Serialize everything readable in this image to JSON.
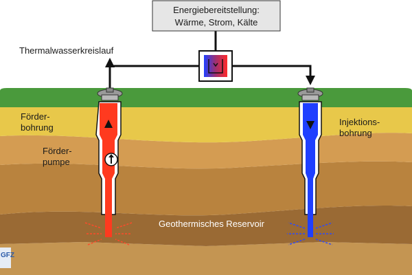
{
  "energy_box": {
    "line1": "Energiebereitstellung:",
    "line2": "Wärme, Strom, Kälte"
  },
  "labels": {
    "loop": "Thermalwasserkreislauf",
    "production_well_1": "Förder-",
    "production_well_2": "bohrung",
    "pump_1": "Förder-",
    "pump_2": "pumpe",
    "injection_well_1": "Injektions-",
    "injection_well_2": "bohrung",
    "reservoir": "Geothermisches Reservoir"
  },
  "logo": {
    "text": "GFZ"
  },
  "colors": {
    "hot": "#ff3a1f",
    "cold": "#1f3fff",
    "grass": "#4a9a3c",
    "layer_yellow": "#e8c84a",
    "layer_tan": "#d49c52",
    "layer_brown": "#b9833e",
    "layer_reservoir": "#9a6a34",
    "layer_deep": "#c49552"
  },
  "icons": {
    "wellhead": "wellhead-icon",
    "heat_exchanger": "heat-exchanger-icon",
    "pump": "pump-icon",
    "flow_arrow": "arrow-icon"
  }
}
